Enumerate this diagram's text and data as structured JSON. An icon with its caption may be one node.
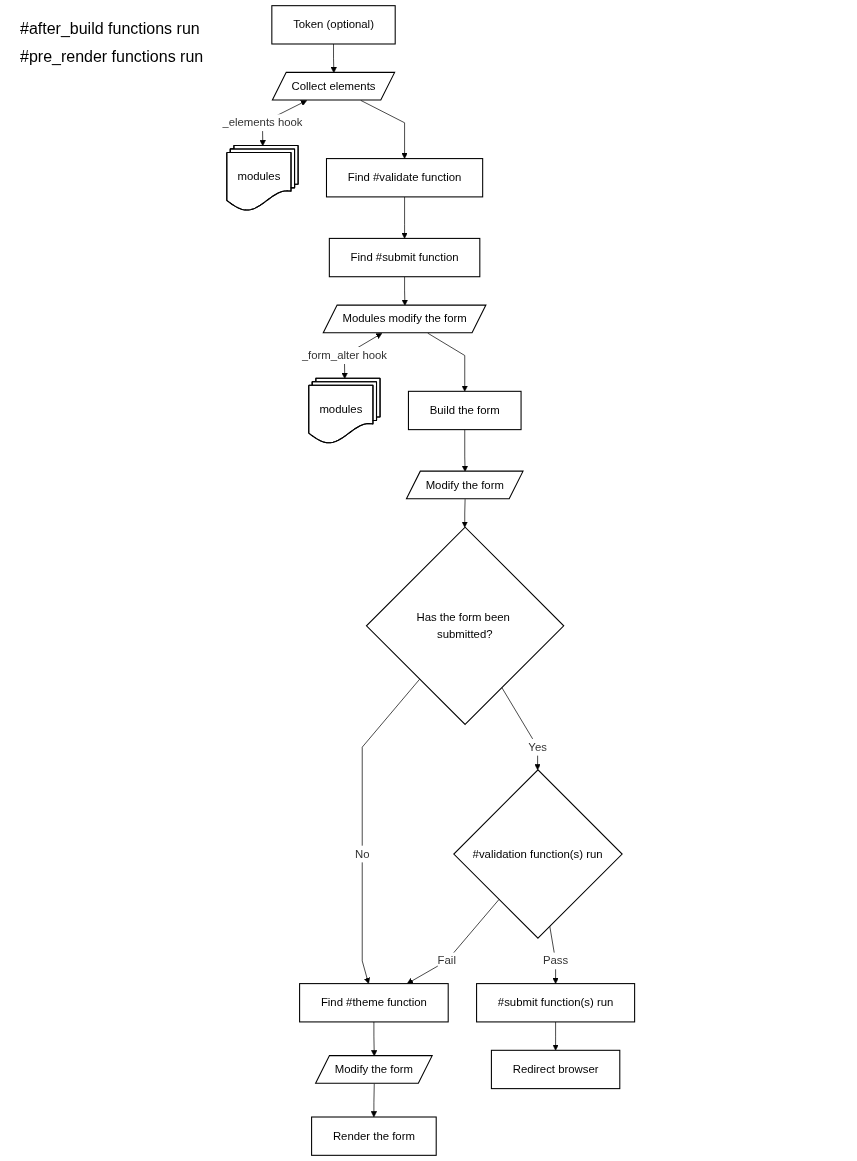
{
  "diagram": {
    "nodes": [
      {
        "text": [
          "Token (optional)"
        ]
      },
      {
        "text": [
          "Collect elements"
        ]
      },
      {
        "text": [
          "modules"
        ]
      },
      {
        "text": [
          "Find #validate function"
        ]
      },
      {
        "text": [
          "Find #submit function"
        ]
      },
      {
        "text": [
          "Modules modify the form"
        ]
      },
      {
        "text": [
          "modules"
        ]
      },
      {
        "text": [
          "Build the form"
        ]
      },
      {
        "text": [
          "Modify the form"
        ]
      },
      {
        "text": [
          "Has the form been submitted?"
        ]
      },
      {
        "text": [
          "Find #theme function"
        ]
      },
      {
        "text": [
          "#validation function(s) run"
        ]
      },
      {
        "text": [
          "Modify the form"
        ]
      },
      {
        "text": [
          "#submit function(s) run"
        ]
      },
      {
        "text": [
          "Render the form"
        ]
      },
      {
        "text": [
          "Redirect browser"
        ]
      }
    ],
    "edges": [
      {
        "from": 0,
        "to": 1,
        "arrow": "to"
      },
      {
        "from": 1,
        "to": 2,
        "arrow": "both",
        "label": "_elements hook"
      },
      {
        "from": 1,
        "to": 3,
        "arrow": "to"
      },
      {
        "from": 3,
        "to": 4,
        "arrow": "to"
      },
      {
        "from": 4,
        "to": 5,
        "arrow": "to"
      },
      {
        "from": 5,
        "to": 6,
        "arrow": "both",
        "label": "_form_alter hook"
      },
      {
        "from": 5,
        "to": 7,
        "arrow": "to"
      },
      {
        "from": 7,
        "to": 8,
        "arrow": "to"
      },
      {
        "from": 8,
        "to": 9,
        "arrow": "to"
      },
      {
        "from": 9,
        "to": 11,
        "arrow": "to",
        "label": "Yes"
      },
      {
        "from": 9,
        "to": 10,
        "arrow": "to",
        "label": "No"
      },
      {
        "from": 11,
        "to": 10,
        "arrow": "to",
        "label": "Fail"
      },
      {
        "from": 11,
        "to": 13,
        "arrow": "to",
        "label": "Pass"
      },
      {
        "from": 10,
        "to": 12,
        "arrow": "to"
      },
      {
        "from": 12,
        "to": 14,
        "arrow": "to"
      },
      {
        "from": 13,
        "to": 15,
        "arrow": "to"
      }
    ],
    "labels": [
      "#after_build functions run",
      "#pre_render functions run"
    ]
  }
}
